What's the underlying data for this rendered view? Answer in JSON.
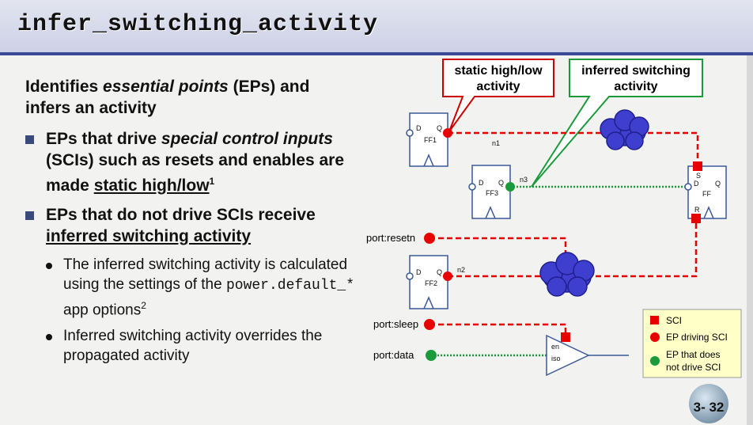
{
  "slide": {
    "title": "infer_switching_activity",
    "page_number": "3- 32"
  },
  "bullets": {
    "lead_1": "Identifies ",
    "lead_2": "essential points",
    "lead_3": " (EPs) and infers an activity",
    "b1_1": "EPs that drive ",
    "b1_2": "special control inputs",
    "b1_3": " (SCIs) such as resets and enables are made ",
    "b1_4": "static high/low",
    "b1_sup": "1",
    "b2_1": "EPs that do not drive SCIs receive ",
    "b2_2": "inferred switching activity",
    "s1_1": "The inferred switching activity is calculated using the settings of the ",
    "s1_2": "power.default_*",
    "s1_3": " app options",
    "s1_sup": "2",
    "s2": "Inferred switching activity overrides the propagated activity"
  },
  "diagram": {
    "callout_static_1": "static high/low",
    "callout_static_2": "activity",
    "callout_inferred_1": "inferred switching",
    "callout_inferred_2": "activity",
    "ff1": "FF1",
    "ff2": "FF2",
    "ff3": "FF3",
    "ff": "FF",
    "pin_d": "D",
    "pin_q": "Q",
    "pin_s": "S",
    "pin_r": "R",
    "net_n1": "n1",
    "net_n2": "n2",
    "net_n3": "n3",
    "port_resetn": "port:resetn",
    "port_sleep": "port:sleep",
    "port_data": "port:data",
    "iso_en": "en",
    "iso_label": "iso",
    "legend_sci": "SCI",
    "legend_ep_sci": "EP driving SCI",
    "legend_ep_nosci_1": "EP that does",
    "legend_ep_nosci_2": "not drive SCI"
  },
  "colors": {
    "red": "#e60000",
    "green": "#1a9a3a",
    "cloud": "#3f3fcf",
    "title_border": "#3a4a99",
    "ff_border": "#3b5998"
  }
}
